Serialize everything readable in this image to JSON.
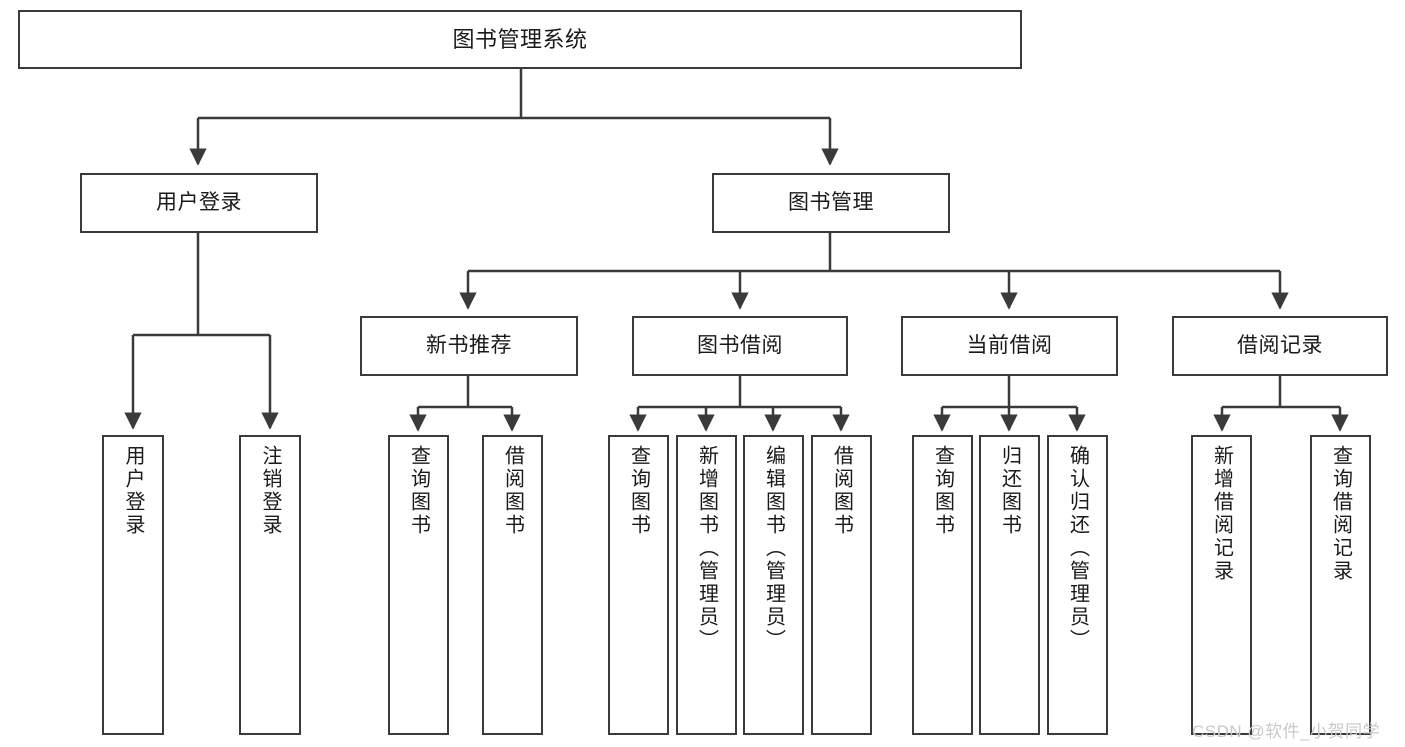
{
  "diagram": {
    "title": "图书管理系统",
    "type": "tree",
    "watermark": "CSDN @软件_小贺同学",
    "colors": {
      "box_border": "#3a3a3a",
      "box_fill": "#ffffff",
      "link": "#3a3a3a",
      "text": "#1a1a1a",
      "watermark": "#c9c9c9",
      "background": "#ffffff"
    },
    "root": {
      "label": "图书管理系统"
    },
    "level1": [
      {
        "label": "用户登录"
      },
      {
        "label": "图书管理"
      }
    ],
    "level2": [
      {
        "label": "新书推荐"
      },
      {
        "label": "图书借阅"
      },
      {
        "label": "当前借阅"
      },
      {
        "label": "借阅记录"
      }
    ],
    "leaves": {
      "user_login": [
        {
          "label": "用户登录"
        },
        {
          "label": "注销登录"
        }
      ],
      "new_book_recommend": [
        {
          "label": "查询图书"
        },
        {
          "label": "借阅图书"
        }
      ],
      "book_borrow": [
        {
          "label": "查询图书"
        },
        {
          "label": "新增图书（管理员）"
        },
        {
          "label": "编辑图书（管理员）"
        },
        {
          "label": "借阅图书"
        }
      ],
      "current_borrow": [
        {
          "label": "查询图书"
        },
        {
          "label": "归还图书"
        },
        {
          "label": "确认归还（管理员）"
        }
      ],
      "borrow_record": [
        {
          "label": "新增借阅记录"
        },
        {
          "label": "查询借阅记录"
        }
      ]
    }
  }
}
